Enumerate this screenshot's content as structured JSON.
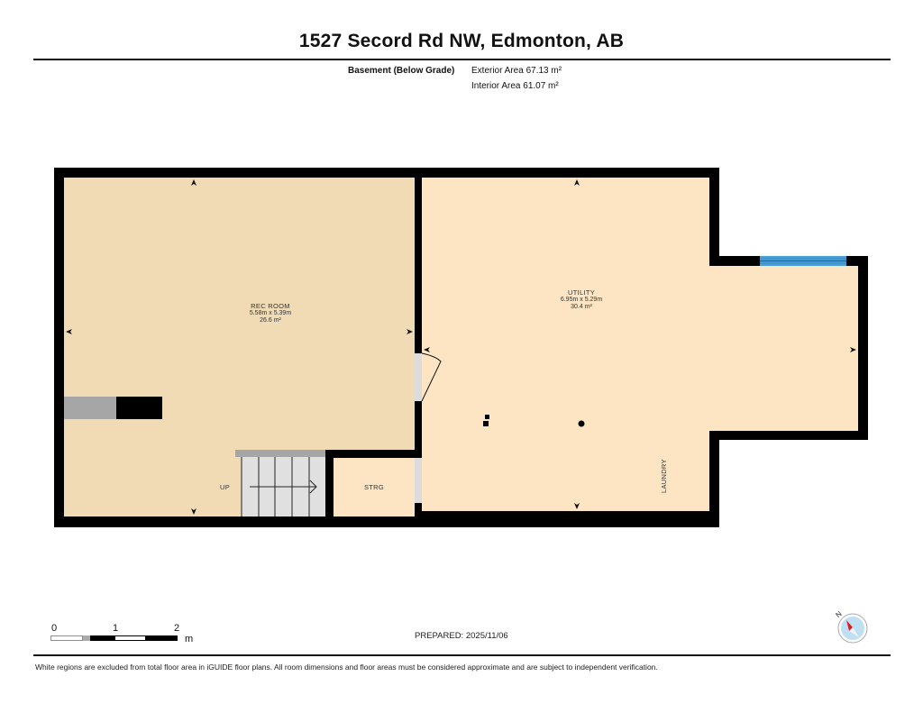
{
  "header": {
    "title": "1527 Secord Rd NW, Edmonton, AB",
    "level": "Basement (Below Grade)",
    "exterior_area": "Exterior Area 67.13 m²",
    "interior_area": "Interior Area 61.07 m²"
  },
  "rooms": [
    {
      "name": "REC ROOM",
      "dimensions": "5.58m x 5.39m",
      "area": "26.6 m²",
      "fill": "#f1dbb5"
    },
    {
      "name": "UTILITY",
      "dimensions": "6.95m x 5.29m",
      "area": "30.4 m²",
      "fill": "#fde5c3"
    }
  ],
  "labels": {
    "storage": "STRG",
    "stairs": "UP",
    "laundry": "LAUNDRY"
  },
  "colors": {
    "wall": "#000000",
    "rec_room_fill": "#f1dbb5",
    "utility_fill": "#fde5c3",
    "door_opening": "#dcdcdc",
    "stair_fill": "#e0e0e0",
    "stair_rail": "#a6a6a6",
    "window": "#4a9fd8",
    "fireplace_hearth": "#a6a6a6"
  },
  "scale_bar": {
    "ticks": [
      "0",
      "1",
      "2"
    ],
    "unit": "m"
  },
  "footer": {
    "prepared": "PREPARED: 2025/11/06",
    "disclaimer": "White regions are excluded from total floor area in iGUIDE floor plans. All room dimensions and floor areas must be considered approximate and are subject to independent verification.",
    "compass_label": "N"
  }
}
